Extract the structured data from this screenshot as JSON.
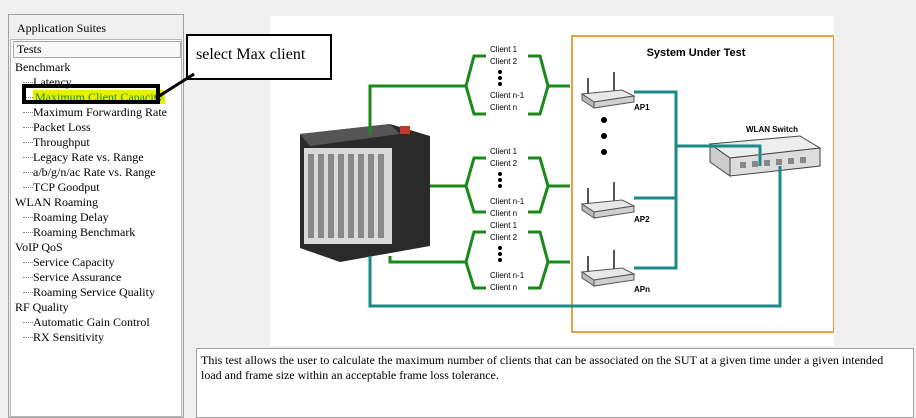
{
  "panel": {
    "title": "Application Suites",
    "header": "Tests"
  },
  "tree": [
    {
      "label": "Benchmark",
      "level": "cat"
    },
    {
      "label": "Latency",
      "level": "sub"
    },
    {
      "label": "Maximum Client Capacity",
      "level": "sub",
      "selected": true
    },
    {
      "label": "Maximum Forwarding Rate",
      "level": "sub"
    },
    {
      "label": "Packet Loss",
      "level": "sub"
    },
    {
      "label": "Throughput",
      "level": "sub"
    },
    {
      "label": "Legacy Rate vs. Range",
      "level": "sub"
    },
    {
      "label": "a/b/g/n/ac Rate vs. Range",
      "level": "sub"
    },
    {
      "label": "TCP Goodput",
      "level": "sub"
    },
    {
      "label": "WLAN Roaming",
      "level": "cat"
    },
    {
      "label": "Roaming Delay",
      "level": "sub"
    },
    {
      "label": "Roaming Benchmark",
      "level": "sub"
    },
    {
      "label": "VoIP QoS",
      "level": "cat"
    },
    {
      "label": "Service Capacity",
      "level": "sub"
    },
    {
      "label": "Service Assurance",
      "level": "sub"
    },
    {
      "label": "Roaming Service Quality",
      "level": "sub"
    },
    {
      "label": "RF Quality",
      "level": "cat"
    },
    {
      "label": "Automatic Gain Control",
      "level": "sub"
    },
    {
      "label": "RX Sensitivity",
      "level": "sub"
    }
  ],
  "callout": {
    "text": "select Max client"
  },
  "diagram": {
    "sut_title": "System Under Test",
    "switch_label": "WLAN Switch",
    "ap_labels": [
      "AP1",
      "AP2",
      "APn"
    ],
    "client_groups": [
      [
        "Client 1",
        "Client 2",
        "Client n-1",
        "Client n"
      ],
      [
        "Client 1",
        "Client 2",
        "Client n-1",
        "Client n"
      ],
      [
        "Client 1",
        "Client 2",
        "Client n-1",
        "Client n"
      ]
    ],
    "colors": {
      "green": "#1a8a1a",
      "teal": "#1a8a8a",
      "sut_border": "#e8a040",
      "highlight": "#e8f000"
    }
  },
  "description": "This test allows the user to calculate the maximum number of clients that can be associated on the SUT at a given time under a given intended load and frame size within an acceptable frame loss tolerance."
}
